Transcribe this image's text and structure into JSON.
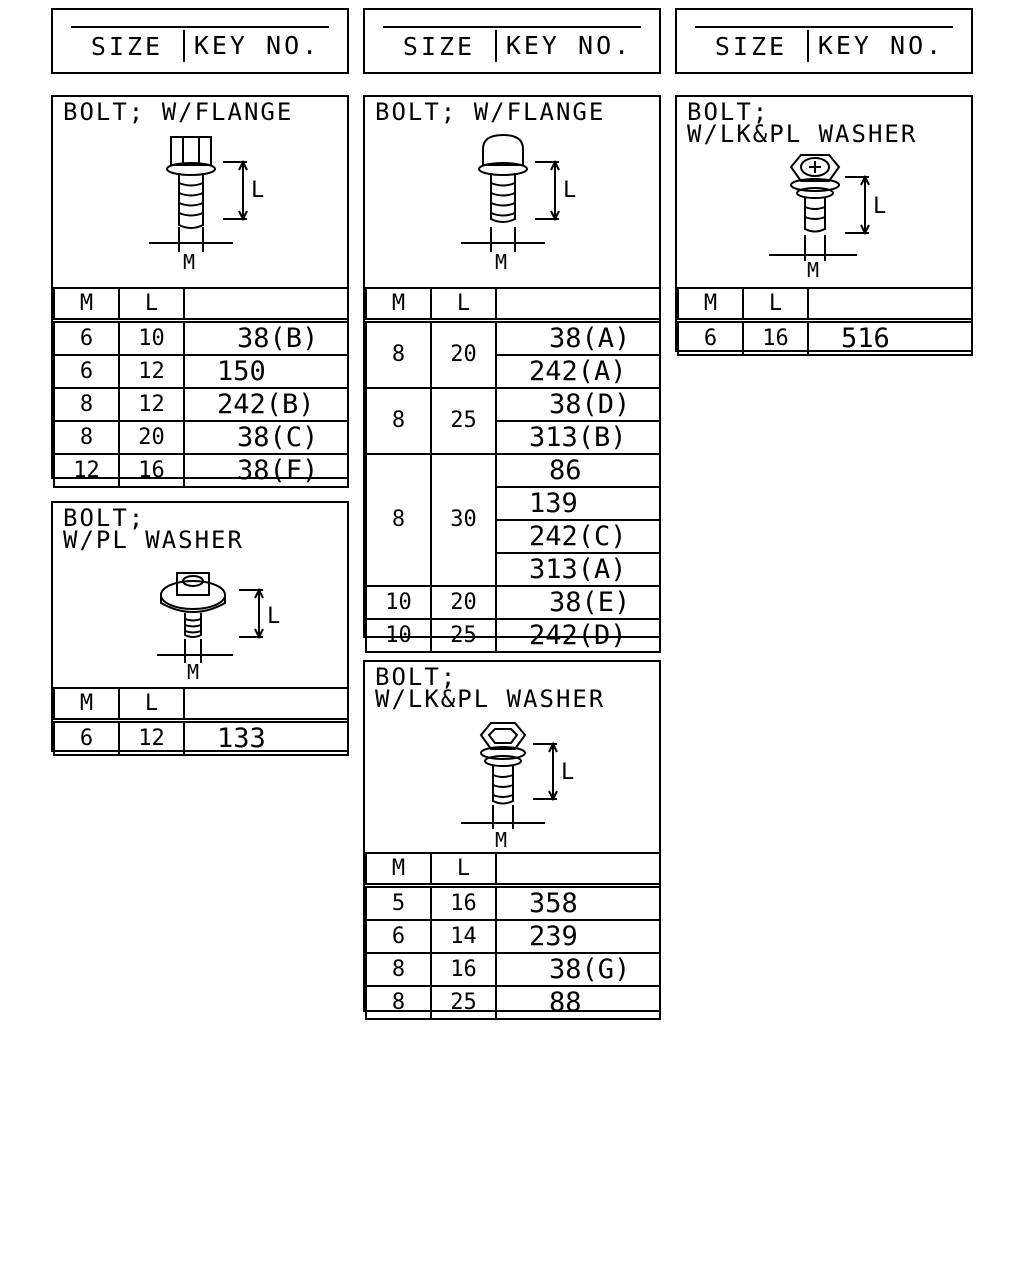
{
  "header": {
    "size_label": "SIZE",
    "key_label": "KEY NO."
  },
  "columns": {
    "m": "M",
    "l": "L"
  },
  "dims": {
    "m": "M",
    "l": "L"
  },
  "tables": {
    "flange_a": {
      "title": "BOLT; W/FLANGE",
      "rows": [
        {
          "m": "6",
          "l": "10",
          "key": "38(B)"
        },
        {
          "m": "6",
          "l": "12",
          "key": "150"
        },
        {
          "m": "8",
          "l": "12",
          "key": "242(B)"
        },
        {
          "m": "8",
          "l": "20",
          "key": "38(C)"
        },
        {
          "m": "12",
          "l": "16",
          "key": "38(F)"
        }
      ]
    },
    "pl_washer": {
      "title": "BOLT;\nW/PL WASHER",
      "rows": [
        {
          "m": "6",
          "l": "12",
          "key": "133"
        }
      ]
    },
    "flange_b": {
      "title": "BOLT; W/FLANGE",
      "groups": [
        {
          "m": "8",
          "l": "20",
          "keys": [
            "38(A)",
            "242(A)"
          ]
        },
        {
          "m": "8",
          "l": "25",
          "keys": [
            "38(D)",
            "313(B)"
          ]
        },
        {
          "m": "8",
          "l": "30",
          "keys": [
            "86",
            "139",
            "242(C)",
            "313(A)"
          ]
        },
        {
          "m": "10",
          "l": "20",
          "keys": [
            "38(E)"
          ]
        },
        {
          "m": "10",
          "l": "25",
          "keys": [
            "242(D)"
          ]
        }
      ]
    },
    "lk_pl_b": {
      "title": "BOLT;\nW/LK&PL WASHER",
      "rows": [
        {
          "m": "5",
          "l": "16",
          "key": "358"
        },
        {
          "m": "6",
          "l": "14",
          "key": "239"
        },
        {
          "m": "8",
          "l": "16",
          "key": "38(G)"
        },
        {
          "m": "8",
          "l": "25",
          "key": "88"
        }
      ]
    },
    "lk_pl_c": {
      "title": "BOLT;\nW/LK&PL WASHER",
      "rows": [
        {
          "m": "6",
          "l": "16",
          "key": "516"
        }
      ]
    }
  }
}
